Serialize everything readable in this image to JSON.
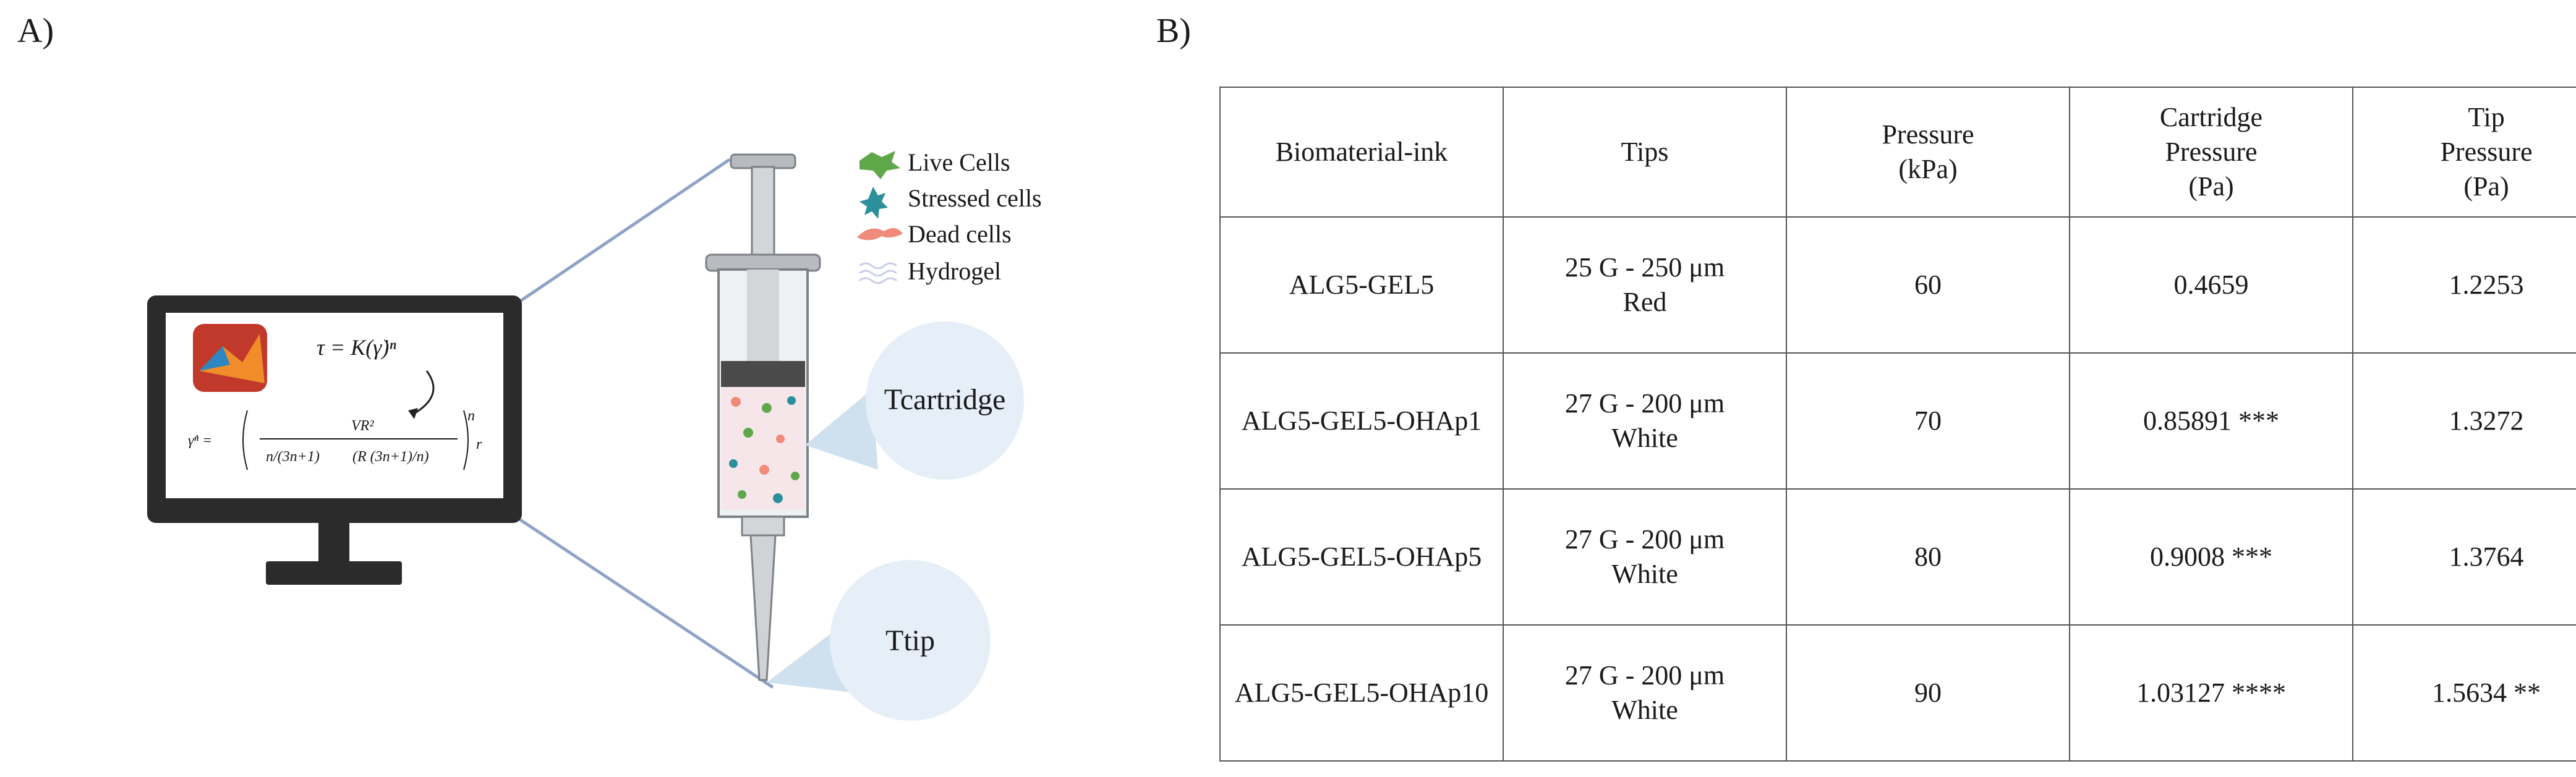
{
  "panels": {
    "a": "A)",
    "b": "B)"
  },
  "diagram": {
    "equations": {
      "power_law": "τ = K(γ̇)ⁿ",
      "shear_rate_lhs": "γ̇ⁿ =",
      "shear_rate_vr": "VR²",
      "shear_rate_frac1": "n/(3n+1)",
      "shear_rate_frac2": "(R (3n+1)/n)",
      "shear_rate_exp": "n",
      "shear_rate_tail": "r"
    },
    "legend": [
      {
        "label": "Live Cells",
        "icon": "live-cell-icon",
        "color": "#5fa84a"
      },
      {
        "label": "Stressed cells",
        "icon": "stressed-cell-icon",
        "color": "#2b8f9c"
      },
      {
        "label": "Dead cells",
        "icon": "dead-cell-icon",
        "color": "#f08a7a"
      },
      {
        "label": "Hydrogel",
        "icon": "hydrogel-icon",
        "color": "#c9cde6"
      }
    ],
    "callouts": {
      "cartridge": "Tcartridge",
      "tip": "Ttip"
    },
    "colors": {
      "monitor": "#2b2b2b",
      "bubble": "#e6eff8",
      "line": "#8fa3c7",
      "syringe": "#b8bcc0"
    }
  },
  "table": {
    "headers": {
      "ink": [
        "Biomaterial-ink"
      ],
      "tips": [
        "Tips"
      ],
      "pressure": [
        "Pressure",
        "(kPa)"
      ],
      "cartridge": [
        "Cartridge",
        "Pressure",
        "(Pa)"
      ],
      "tip": [
        "Tip",
        "Pressure",
        "(Pa)"
      ]
    },
    "rows": [
      {
        "ink": "ALG5-GEL5",
        "tips": [
          "25 G - 250 μm",
          "Red"
        ],
        "pressure": "60",
        "cartridge": "0.4659",
        "tip": "1.2253"
      },
      {
        "ink": "ALG5-GEL5-OHAp1",
        "tips": [
          "27 G - 200 μm",
          "White"
        ],
        "pressure": "70",
        "cartridge": "0.85891 ***",
        "tip": "1.3272"
      },
      {
        "ink": "ALG5-GEL5-OHAp5",
        "tips": [
          "27 G - 200 μm",
          "White"
        ],
        "pressure": "80",
        "cartridge": "0.9008 ***",
        "tip": "1.3764"
      },
      {
        "ink": "ALG5-GEL5-OHAp10",
        "tips": [
          "27 G - 200 μm",
          "White"
        ],
        "pressure": "90",
        "cartridge": "1.03127 ****",
        "tip": "1.5634 **"
      }
    ]
  }
}
